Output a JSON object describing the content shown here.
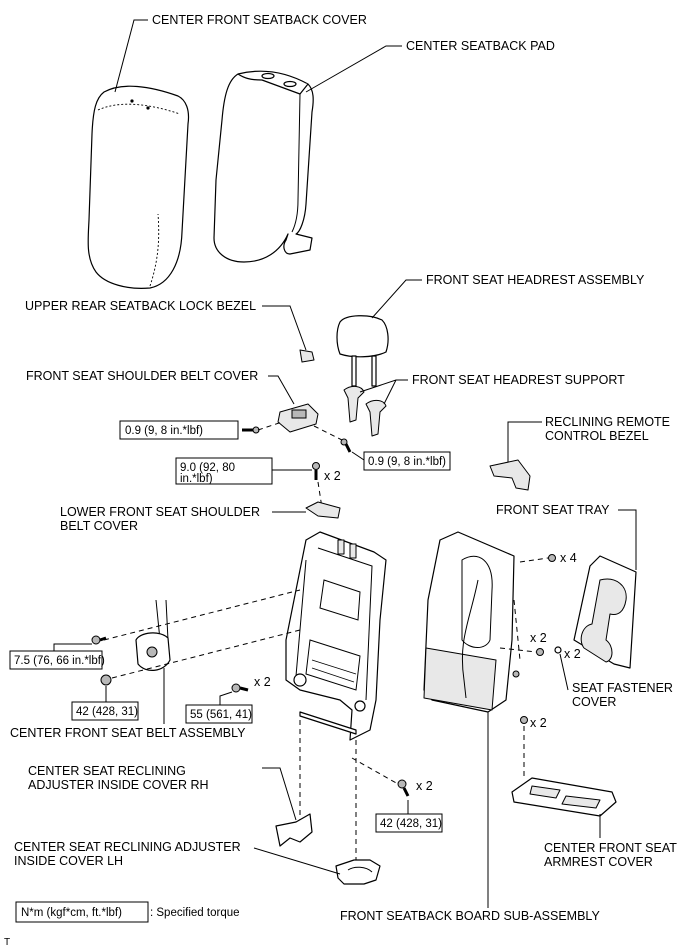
{
  "labels": {
    "center_front_seatback_cover": "CENTER FRONT SEATBACK COVER",
    "center_seatback_pad": "CENTER SEATBACK PAD",
    "front_seat_headrest_assembly": "FRONT SEAT HEADREST ASSEMBLY",
    "upper_rear_seatback_lock_bezel": "UPPER REAR SEATBACK LOCK BEZEL",
    "front_seat_shoulder_belt_cover": "FRONT SEAT SHOULDER BELT COVER",
    "front_seat_headrest_support": "FRONT SEAT HEADREST SUPPORT",
    "reclining_remote_control_bezel_1": "RECLINING REMOTE",
    "reclining_remote_control_bezel_2": "CONTROL BEZEL",
    "lower_front_seat_shoulder_belt_cover_1": "LOWER FRONT SEAT SHOULDER",
    "lower_front_seat_shoulder_belt_cover_2": "BELT COVER",
    "front_seat_tray": "FRONT SEAT TRAY",
    "seat_fastener_cover_1": "SEAT FASTENER",
    "seat_fastener_cover_2": "COVER",
    "center_front_seat_belt_assembly": "CENTER FRONT SEAT BELT ASSEMBLY",
    "center_seat_reclining_adjuster_inside_cover_rh_1": "CENTER SEAT RECLINING",
    "center_seat_reclining_adjuster_inside_cover_rh_2": "ADJUSTER INSIDE COVER RH",
    "center_seat_reclining_adjuster_inside_cover_lh_1": "CENTER SEAT RECLINING ADJUSTER",
    "center_seat_reclining_adjuster_inside_cover_lh_2": "INSIDE COVER LH",
    "center_front_seat_armrest_cover_1": "CENTER FRONT SEAT",
    "center_front_seat_armrest_cover_2": "ARMREST COVER",
    "front_seatback_board_sub_assembly": "FRONT SEATBACK BOARD SUB-ASSEMBLY"
  },
  "torques": {
    "shoulder_belt_cover_left": "0.9 (9, 8 in.*lbf)",
    "shoulder_belt_cover_right": "0.9 (9, 8 in.*lbf)",
    "lower_cover_1": "9.0 (92, 80",
    "lower_cover_2": "in.*lbf)",
    "belt_upper": "7.5 (76, 66 in.*lbf)",
    "belt_lower": "42 (428, 31)",
    "frame_left": "55 (561, 41)",
    "frame_bottom": "42 (428, 31)"
  },
  "quantities": {
    "lower_cover_bolt": "x 2",
    "frame_left_bolt": "x 2",
    "frame_bottom_bolt": "x 2",
    "tray_screw": "x 4",
    "board_screw": "x 2",
    "fastener_cover": "x 2",
    "armrest_screw": "x 2"
  },
  "legend": {
    "unit_box": "N*m (kgf*cm, ft.*lbf)",
    "description": ": Specified torque"
  },
  "footer_mark": "T"
}
